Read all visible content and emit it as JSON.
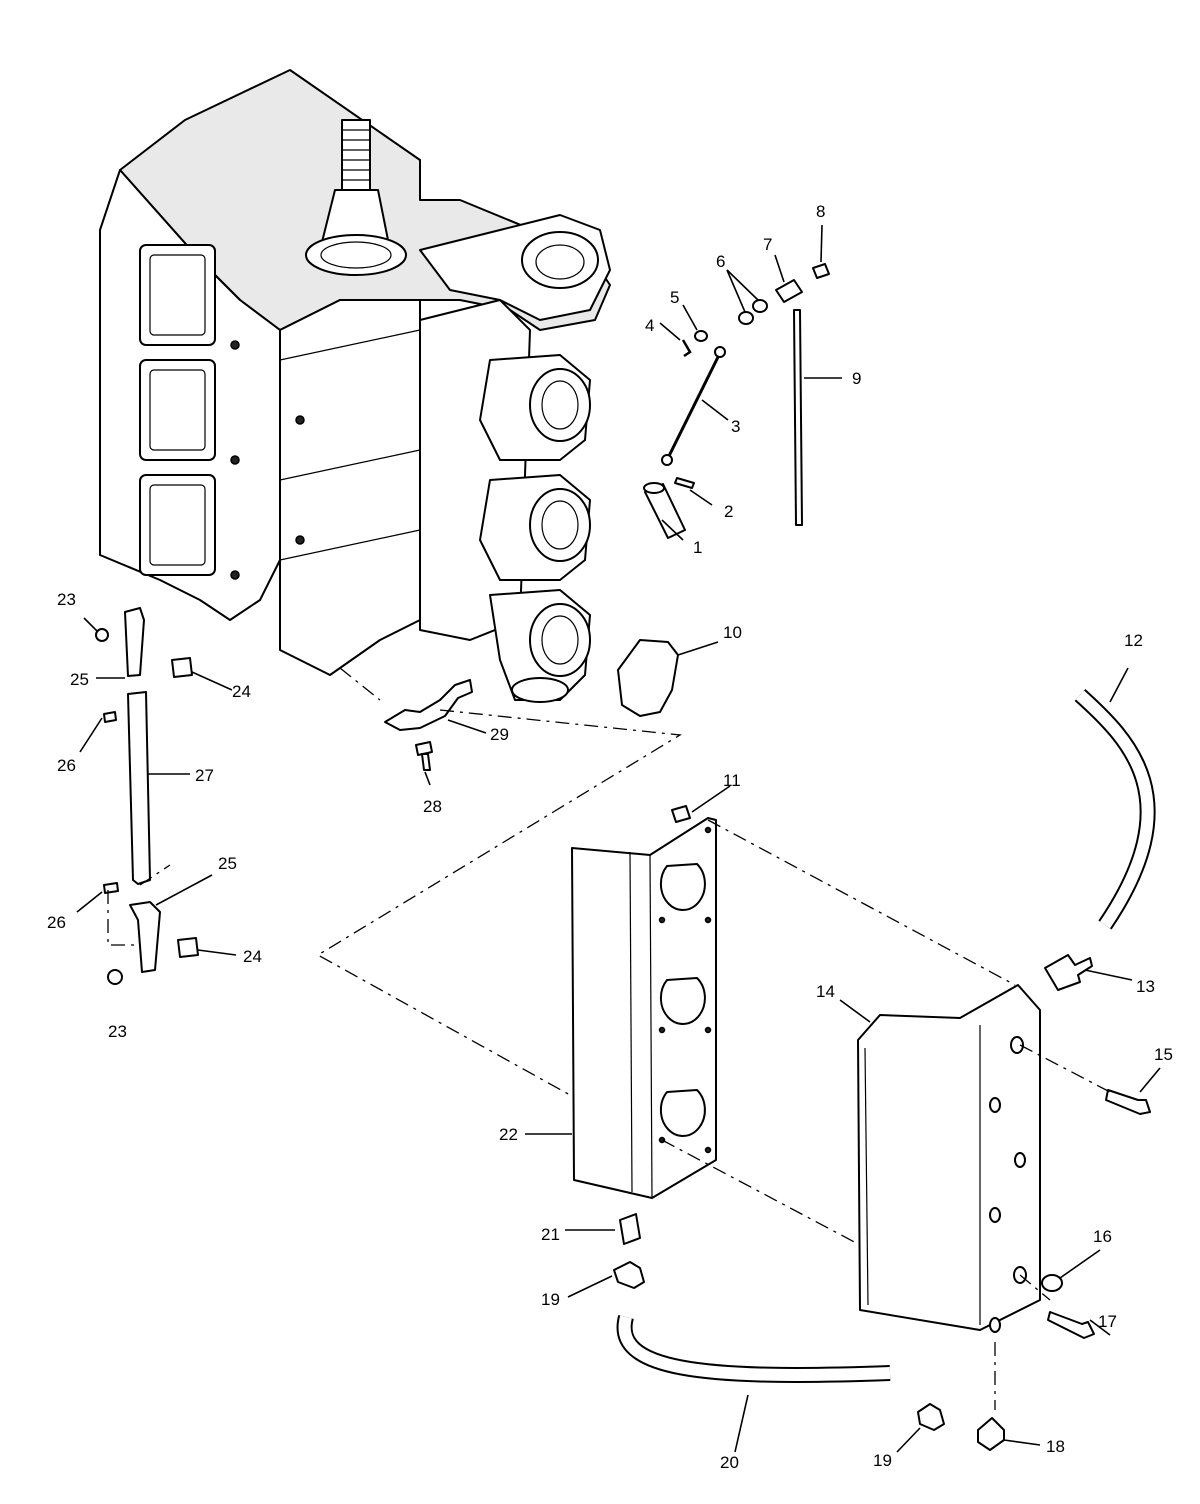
{
  "callouts": {
    "c1": "1",
    "c2": "2",
    "c3": "3",
    "c4": "4",
    "c5": "5",
    "c6": "6",
    "c7": "7",
    "c8": "8",
    "c9": "9",
    "c10": "10",
    "c11": "11",
    "c12": "12",
    "c13": "13",
    "c14": "14",
    "c15": "15",
    "c16": "16",
    "c17": "17",
    "c18": "18",
    "c19a": "19",
    "c19b": "19",
    "c20": "20",
    "c21": "21",
    "c22": "22",
    "c23a": "23",
    "c23b": "23",
    "c24a": "24",
    "c24b": "24",
    "c25a": "25",
    "c25b": "25",
    "c26a": "26",
    "c26b": "26",
    "c27": "27",
    "c28": "28",
    "c29": "29"
  }
}
